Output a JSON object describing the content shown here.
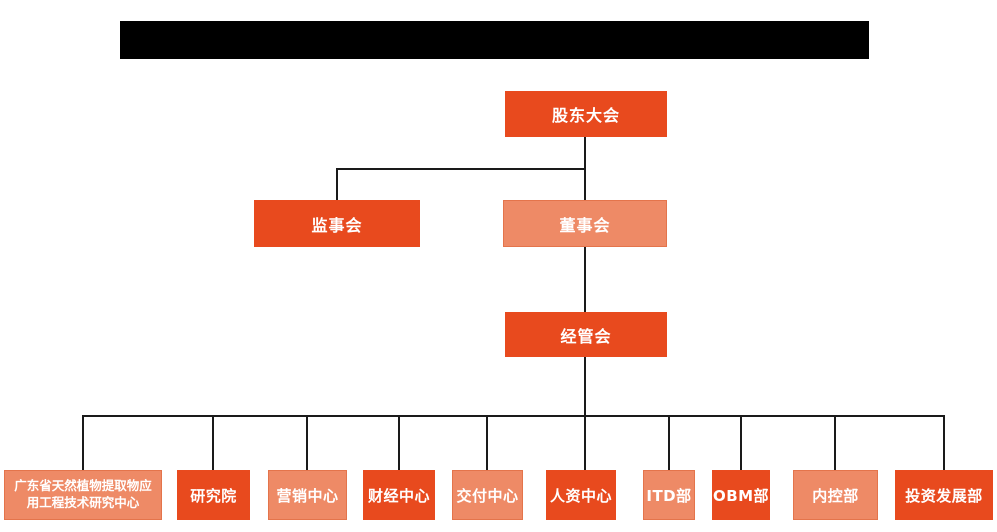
{
  "palette": {
    "primary_dark_orange": "#E84A1E",
    "secondary_light_orange": "#EE8A66",
    "connector_line": "#1a1a1a",
    "title_bar_background": "#000000",
    "node_text": "#FFFFFF",
    "page_background": "#FFFFFF"
  },
  "org_chart": {
    "root": {
      "label": "股东大会",
      "variant": "dark-orange"
    },
    "level2": {
      "supervisory_board": {
        "label": "监事会",
        "variant": "dark-orange"
      },
      "board_of_directors": {
        "label": "董事会",
        "variant": "light-orange"
      }
    },
    "level3": {
      "label": "经管会",
      "variant": "dark-orange"
    },
    "departments": [
      {
        "label": "广东省天然植物提取物应用工程技术研究中心",
        "variant": "light-orange"
      },
      {
        "label": "研究院",
        "variant": "dark-orange"
      },
      {
        "label": "营销中心",
        "variant": "light-orange"
      },
      {
        "label": "财经中心",
        "variant": "dark-orange"
      },
      {
        "label": "交付中心",
        "variant": "light-orange"
      },
      {
        "label": "人资中心",
        "variant": "dark-orange"
      },
      {
        "label": "ITD部",
        "variant": "light-orange"
      },
      {
        "label": "OBM部",
        "variant": "dark-orange"
      },
      {
        "label": "内控部",
        "variant": "light-orange"
      },
      {
        "label": "投资发展部",
        "variant": "dark-orange"
      }
    ]
  }
}
